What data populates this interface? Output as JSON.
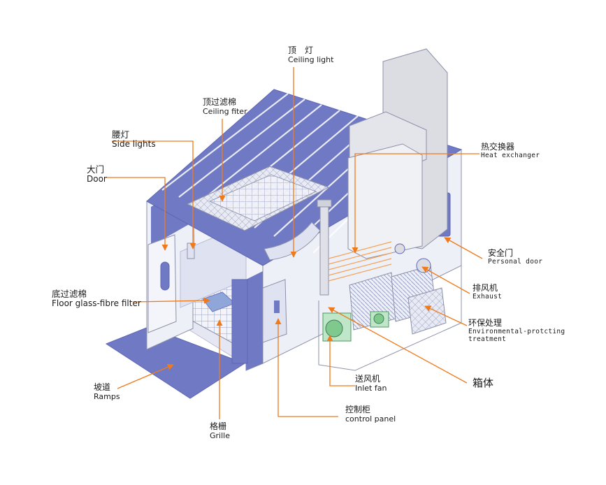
{
  "colors": {
    "panel_blue": "#6f79c4",
    "panel_blue_dark": "#5d67b6",
    "wall_light": "#e9ecf6",
    "wall_white": "#f6f7fb",
    "leader_orange": "#f07a1a",
    "machinery_green": "#7fc98f",
    "machinery_orange": "#f2a35a",
    "duct_grey": "#dcdde3",
    "outline": "#8c90a8"
  },
  "labels": {
    "ceiling_light": {
      "zh": "顶　灯",
      "en": "Ceiling light"
    },
    "ceiling_filter": {
      "zh": "顶过滤棉",
      "en": "Ceiling fiter"
    },
    "side_lights": {
      "zh": "腰灯",
      "en": "Side lights"
    },
    "door": {
      "zh": "大门",
      "en": "Door"
    },
    "floor_filter": {
      "zh": "底过滤棉",
      "en": "Floor glass-fibre filter"
    },
    "ramps": {
      "zh": "坡道",
      "en": "Ramps"
    },
    "grille": {
      "zh": "格栅",
      "en": "Grille"
    },
    "control_panel": {
      "zh": "控制柜",
      "en": "control panel"
    },
    "inlet_fan": {
      "zh": "送风机",
      "en": "Inlet fan"
    },
    "cabinet": {
      "zh": "箱体"
    },
    "env_treatment": {
      "zh": "环保处理",
      "en_line1": "Environmental-protcting",
      "en_line2": "treatment"
    },
    "exhaust": {
      "zh": "排风机",
      "en": "Exhaust"
    },
    "personal_door": {
      "zh": "安全门",
      "en": "Personal door"
    },
    "heat_exchanger": {
      "zh": "热交换器",
      "en": "Heat exchanger"
    }
  }
}
